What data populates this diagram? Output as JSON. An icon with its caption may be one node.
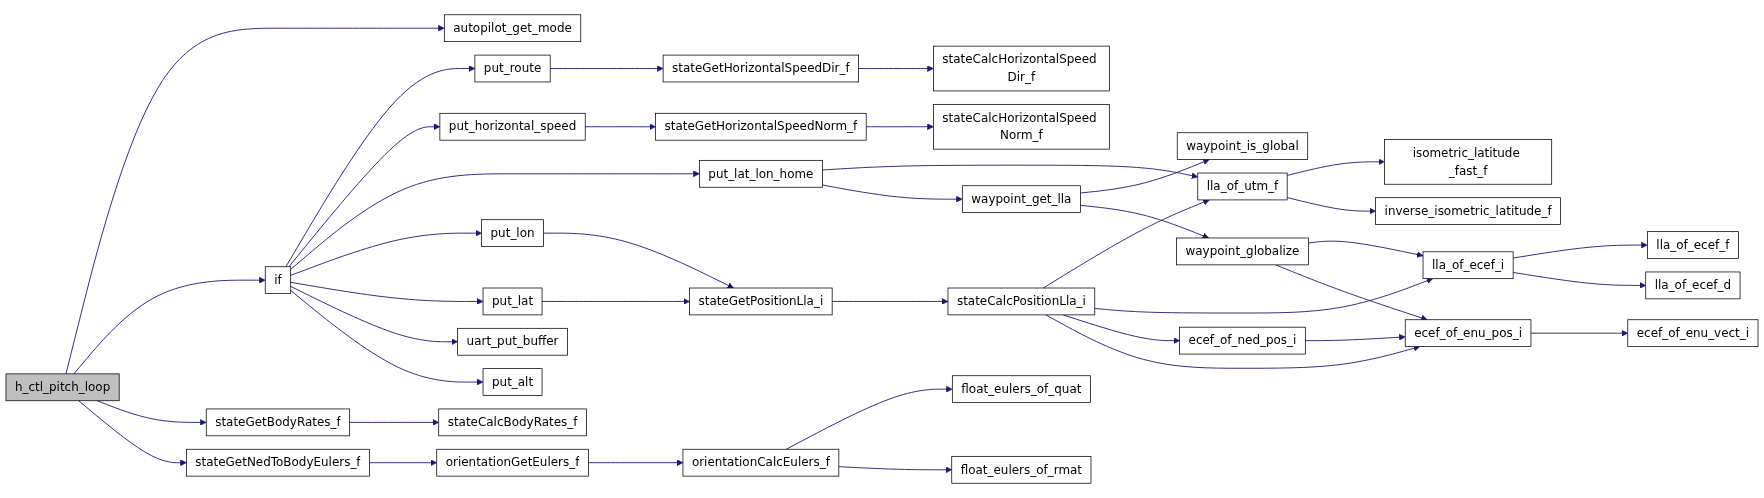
{
  "diagram": {
    "nodes": [
      {
        "text": [
          "h_ctl_pitch_loop"
        ]
      },
      {
        "text": [
          "autopilot_get_mode"
        ]
      },
      {
        "text": [
          "if"
        ]
      },
      {
        "text": [
          "stateGetBodyRates_f"
        ]
      },
      {
        "text": [
          "stateGetNedToBodyEulers_f"
        ]
      },
      {
        "text": [
          "put_route"
        ]
      },
      {
        "text": [
          "put_horizontal_speed"
        ]
      },
      {
        "text": [
          "put_lat_lon_home"
        ]
      },
      {
        "text": [
          "put_lon"
        ]
      },
      {
        "text": [
          "put_lat"
        ]
      },
      {
        "text": [
          "uart_put_buffer"
        ]
      },
      {
        "text": [
          "put_alt"
        ]
      },
      {
        "text": [
          "stateCalcBodyRates_f"
        ]
      },
      {
        "text": [
          "orientationGetEulers_f"
        ]
      },
      {
        "text": [
          "stateGetHorizontalSpeedDir_f"
        ]
      },
      {
        "text": [
          "stateGetHorizontalSpeedNorm_f"
        ]
      },
      {
        "text": [
          "waypoint_get_lla"
        ]
      },
      {
        "text": [
          "stateGetPositionLla_i"
        ]
      },
      {
        "text": [
          "orientationCalcEulers_f"
        ]
      },
      {
        "text": [
          "stateCalcHorizontalSpeed Dir_f"
        ]
      },
      {
        "text": [
          "stateCalcHorizontalSpeed Norm_f"
        ]
      },
      {
        "text": [
          "waypoint_is_global"
        ]
      },
      {
        "text": [
          "waypoint_globalize"
        ]
      },
      {
        "text": [
          "stateCalcPositionLla_i"
        ]
      },
      {
        "text": [
          "float_eulers_of_quat"
        ]
      },
      {
        "text": [
          "float_eulers_of_rmat"
        ]
      },
      {
        "text": [
          "lla_of_utm_f"
        ]
      },
      {
        "text": [
          "lla_of_ecef_i"
        ]
      },
      {
        "text": [
          "ecef_of_ned_pos_i"
        ]
      },
      {
        "text": [
          "ecef_of_enu_pos_i"
        ]
      },
      {
        "text": [
          "isometric_latitude _fast_f"
        ]
      },
      {
        "text": [
          "inverse_isometric_latitude_f"
        ]
      },
      {
        "text": [
          "lla_of_ecef_f"
        ]
      },
      {
        "text": [
          "lla_of_ecef_d"
        ]
      },
      {
        "text": [
          "ecef_of_enu_vect_i"
        ]
      }
    ],
    "edges": [
      {
        "from": 0,
        "to": 1,
        "arrow": "to"
      },
      {
        "from": 0,
        "to": 2,
        "arrow": "to"
      },
      {
        "from": 0,
        "to": 3,
        "arrow": "to"
      },
      {
        "from": 0,
        "to": 4,
        "arrow": "to"
      },
      {
        "from": 2,
        "to": 5,
        "arrow": "to"
      },
      {
        "from": 2,
        "to": 6,
        "arrow": "to"
      },
      {
        "from": 2,
        "to": 7,
        "arrow": "to"
      },
      {
        "from": 2,
        "to": 8,
        "arrow": "to"
      },
      {
        "from": 2,
        "to": 9,
        "arrow": "to"
      },
      {
        "from": 2,
        "to": 10,
        "arrow": "to"
      },
      {
        "from": 2,
        "to": 11,
        "arrow": "to"
      },
      {
        "from": 3,
        "to": 12,
        "arrow": "to"
      },
      {
        "from": 4,
        "to": 13,
        "arrow": "to"
      },
      {
        "from": 5,
        "to": 14,
        "arrow": "to"
      },
      {
        "from": 6,
        "to": 15,
        "arrow": "to"
      },
      {
        "from": 7,
        "to": 26,
        "arrow": "to"
      },
      {
        "from": 7,
        "to": 16,
        "arrow": "to"
      },
      {
        "from": 8,
        "to": 17,
        "arrow": "to"
      },
      {
        "from": 9,
        "to": 17,
        "arrow": "to"
      },
      {
        "from": 13,
        "to": 18,
        "arrow": "to"
      },
      {
        "from": 14,
        "to": 19,
        "arrow": "to"
      },
      {
        "from": 15,
        "to": 20,
        "arrow": "to"
      },
      {
        "from": 16,
        "to": 21,
        "arrow": "to"
      },
      {
        "from": 16,
        "to": 22,
        "arrow": "to"
      },
      {
        "from": 17,
        "to": 23,
        "arrow": "to"
      },
      {
        "from": 18,
        "to": 24,
        "arrow": "to"
      },
      {
        "from": 18,
        "to": 25,
        "arrow": "to"
      },
      {
        "from": 22,
        "to": 27,
        "arrow": "to"
      },
      {
        "from": 22,
        "to": 29,
        "arrow": "to"
      },
      {
        "from": 23,
        "to": 26,
        "arrow": "to"
      },
      {
        "from": 23,
        "to": 27,
        "arrow": "to"
      },
      {
        "from": 23,
        "to": 28,
        "arrow": "to"
      },
      {
        "from": 23,
        "to": 29,
        "arrow": "to"
      },
      {
        "from": 26,
        "to": 30,
        "arrow": "to"
      },
      {
        "from": 26,
        "to": 31,
        "arrow": "to"
      },
      {
        "from": 27,
        "to": 32,
        "arrow": "to"
      },
      {
        "from": 27,
        "to": 33,
        "arrow": "to"
      },
      {
        "from": 28,
        "to": 29,
        "arrow": "to"
      },
      {
        "from": 29,
        "to": 34,
        "arrow": "to"
      }
    ]
  }
}
